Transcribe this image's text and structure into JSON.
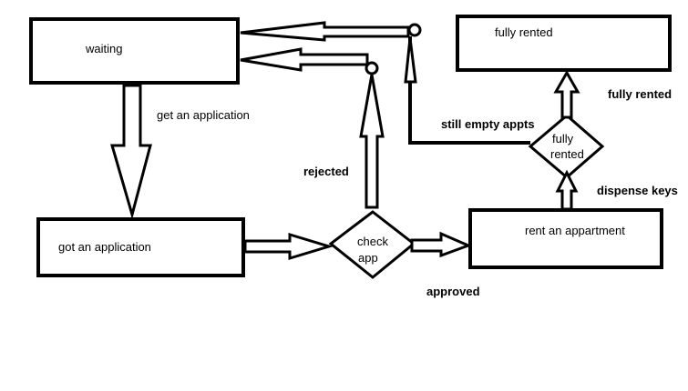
{
  "nodes": {
    "waiting": "waiting",
    "got_application": "got an application",
    "check_app_line1": "check",
    "check_app_line2": "app",
    "rent_apartment": "rent an appartment",
    "fully_rented_box": "fully rented",
    "fully_rented_decision_line1": "fully",
    "fully_rented_decision_line2": "rented"
  },
  "edges": {
    "get_application": "get an application",
    "rejected": "rejected",
    "approved": "approved",
    "dispense_keys": "dispense keys",
    "fully_rented": "fully rented",
    "still_empty": "still empty appts"
  },
  "colors": {
    "stroke": "#000000",
    "background": "#ffffff"
  }
}
